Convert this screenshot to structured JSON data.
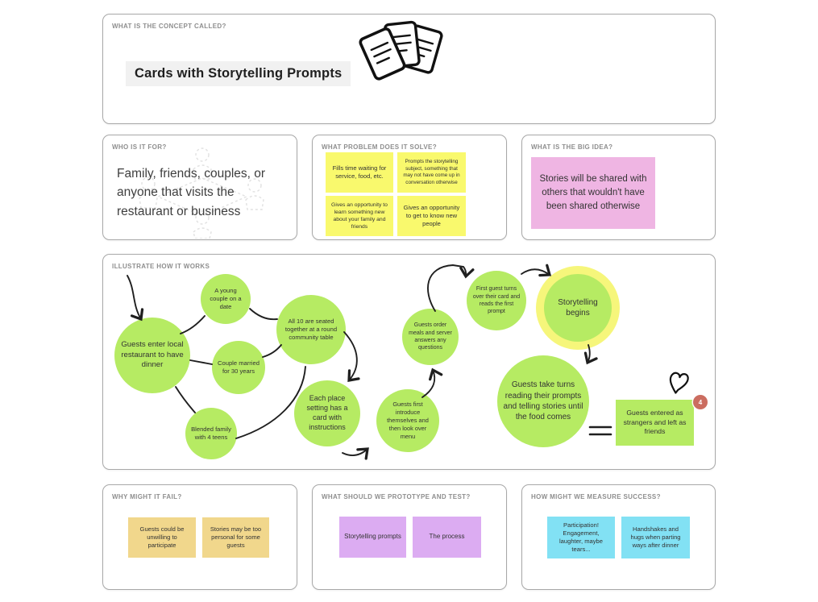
{
  "colors": {
    "green": "#b6eb63",
    "yellow_ring": "#f6f67b",
    "yellow": "#f9f96d",
    "pink": "#efb5e3",
    "tan": "#f1d78c",
    "purple": "#dcacf2",
    "cyan": "#82e1f4",
    "badge": "#cb6d60"
  },
  "panels": {
    "concept": {
      "label": "WHAT IS THE CONCEPT CALLED?",
      "title": "Cards with Storytelling Prompts"
    },
    "who": {
      "label": "WHO IS IT FOR?",
      "text": "Family, friends, couples, or anyone that visits the restaurant or business"
    },
    "problem": {
      "label": "WHAT PROBLEM DOES IT SOLVE?",
      "notes": [
        "Fills time waiting for service, food, etc.",
        "Prompts the storytelling subject, something that may not have come up in conversation otherwise",
        "Gives an opportunity to learn something new about your family and friends",
        "Gives an opportunity to get to know new people"
      ]
    },
    "big_idea": {
      "label": "WHAT IS THE BIG IDEA?",
      "note": "Stories will be shared with others that wouldn't have been shared otherwise"
    },
    "illustrate": {
      "label": "ILLUSTRATE HOW IT WORKS",
      "nodes": [
        "Guests enter local restaurant to have dinner",
        "A young couple on a date",
        "Couple married for 30 years",
        "Blended family with 4 teens",
        "All 10 are seated together at a round community table",
        "Each place setting has a card with instructions",
        "Guests first introduce themselves and then look over menu",
        "Guests order meals and server answers any questions",
        "First guest turns over their card and reads the first prompt",
        "Storytelling begins",
        "Guests take turns reading their prompts and telling stories until the food comes"
      ],
      "end_note": "Guests entered as strangers and left as friends",
      "badge_count": "4"
    },
    "fail": {
      "label": "WHY MIGHT IT FAIL?",
      "notes": [
        "Guests could be unwilling to participate",
        "Stories may be too personal for some guests"
      ]
    },
    "prototype": {
      "label": "WHAT SHOULD WE PROTOTYPE AND TEST?",
      "notes": [
        "Storytelling prompts",
        "The process"
      ]
    },
    "success": {
      "label": "HOW MIGHT WE MEASURE SUCCESS?",
      "notes": [
        "Participation! Engagement, laughter, maybe tears...",
        "Handshakes and hugs when parting ways after dinner"
      ]
    }
  }
}
